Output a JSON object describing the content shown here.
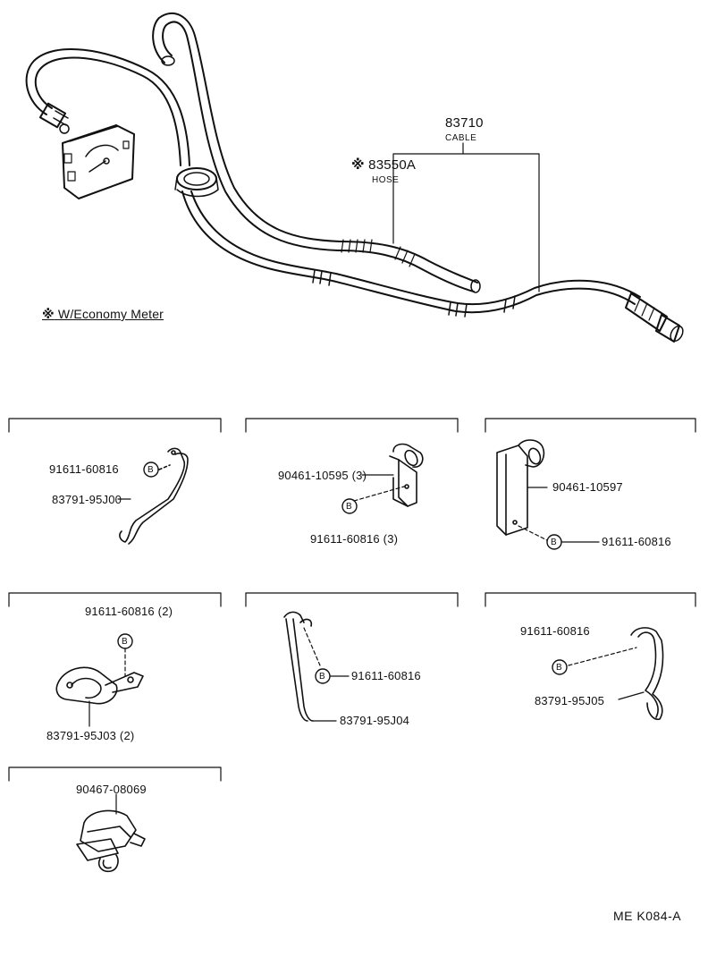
{
  "main": {
    "cable": {
      "number": "83710",
      "name": "CABLE"
    },
    "hose": {
      "mark": "※",
      "number": "83550A",
      "name": "HOSE"
    },
    "note": {
      "mark": "※",
      "text": "W/Economy Meter"
    }
  },
  "callout_letter": "B",
  "groups": [
    {
      "labels": [
        "91611-60816",
        "83791-95J00"
      ]
    },
    {
      "labels": [
        "90461-10595 (3)",
        "91611-60816 (3)"
      ]
    },
    {
      "labels": [
        "90461-10597",
        "91611-60816"
      ]
    },
    {
      "labels": [
        "91611-60816 (2)",
        "83791-95J03 (2)"
      ]
    },
    {
      "labels": [
        "91611-60816",
        "83791-95J04"
      ]
    },
    {
      "labels": [
        "91611-60816",
        "83791-95J05"
      ]
    },
    {
      "labels": [
        "90467-08069"
      ]
    }
  ],
  "figure_code": "ME  K084-A"
}
